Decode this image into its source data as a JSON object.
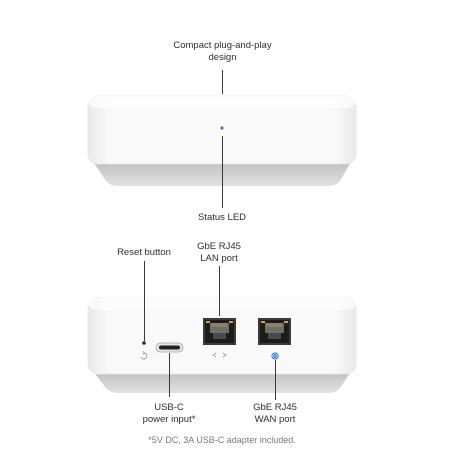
{
  "callouts": {
    "compact_design": {
      "line1": "Compact plug-and-play",
      "line2": "design"
    },
    "status_led": "Status LED",
    "reset_button": "Reset button",
    "lan_port": {
      "line1": "GbE RJ45",
      "line2": "LAN port"
    },
    "usb_c": {
      "line1": "USB-C",
      "line2": "power input*"
    },
    "wan_port": {
      "line1": "GbE RJ45",
      "line2": "WAN port"
    }
  },
  "footnote": "*5V DC, 3A USB-C adapter included.",
  "colors": {
    "device_body": "#f6f6f6",
    "device_shadow": "#c9c9c9",
    "status_led": "#3d7bd9",
    "wan_led": "#2f74d6"
  },
  "icons": [
    "reset-icon",
    "usb-c-port-icon",
    "rj45-port-icon",
    "lan-link-icon",
    "wan-globe-icon"
  ]
}
